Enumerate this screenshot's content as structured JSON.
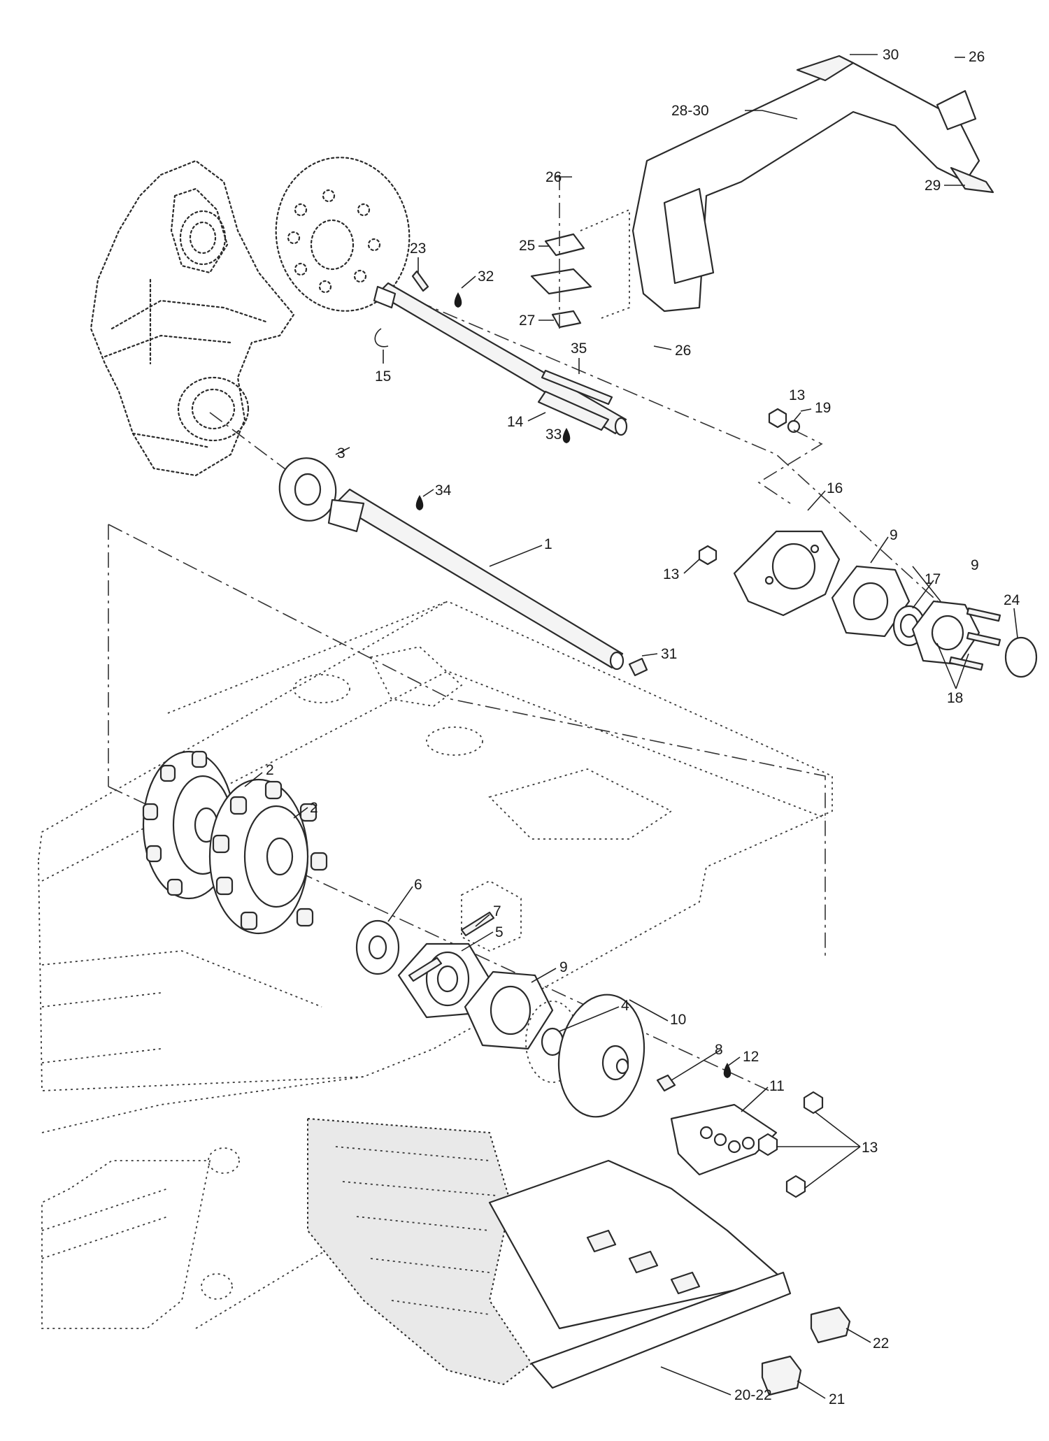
{
  "diagram": {
    "callouts": [
      {
        "id": "c30",
        "label": "30"
      },
      {
        "id": "c26a",
        "label": "26"
      },
      {
        "id": "c28_30",
        "label": "28-30"
      },
      {
        "id": "c29",
        "label": "29"
      },
      {
        "id": "c26b",
        "label": "26"
      },
      {
        "id": "c25",
        "label": "25"
      },
      {
        "id": "c27",
        "label": "27"
      },
      {
        "id": "c26c",
        "label": "26"
      },
      {
        "id": "c23",
        "label": "23"
      },
      {
        "id": "c32",
        "label": "32"
      },
      {
        "id": "c15",
        "label": "15"
      },
      {
        "id": "c35",
        "label": "35"
      },
      {
        "id": "c14",
        "label": "14"
      },
      {
        "id": "c33",
        "label": "33"
      },
      {
        "id": "c13a",
        "label": "13"
      },
      {
        "id": "c19",
        "label": "19"
      },
      {
        "id": "c3",
        "label": "3"
      },
      {
        "id": "c34",
        "label": "34"
      },
      {
        "id": "c16",
        "label": "16"
      },
      {
        "id": "c9a",
        "label": "9"
      },
      {
        "id": "c17",
        "label": "17"
      },
      {
        "id": "c9b",
        "label": "9"
      },
      {
        "id": "c24",
        "label": "24"
      },
      {
        "id": "c1",
        "label": "1"
      },
      {
        "id": "c13b",
        "label": "13"
      },
      {
        "id": "c31",
        "label": "31"
      },
      {
        "id": "c18",
        "label": "18"
      },
      {
        "id": "c2a",
        "label": "2"
      },
      {
        "id": "c2b",
        "label": "2"
      },
      {
        "id": "c6",
        "label": "6"
      },
      {
        "id": "c7",
        "label": "7"
      },
      {
        "id": "c5",
        "label": "5"
      },
      {
        "id": "c9c",
        "label": "9"
      },
      {
        "id": "c4",
        "label": "4"
      },
      {
        "id": "c10",
        "label": "10"
      },
      {
        "id": "c8",
        "label": "8"
      },
      {
        "id": "c12",
        "label": "12"
      },
      {
        "id": "c11",
        "label": "11"
      },
      {
        "id": "c13c",
        "label": "13"
      },
      {
        "id": "c22",
        "label": "22"
      },
      {
        "id": "c21",
        "label": "21"
      },
      {
        "id": "c20_22",
        "label": "20-22"
      }
    ]
  }
}
